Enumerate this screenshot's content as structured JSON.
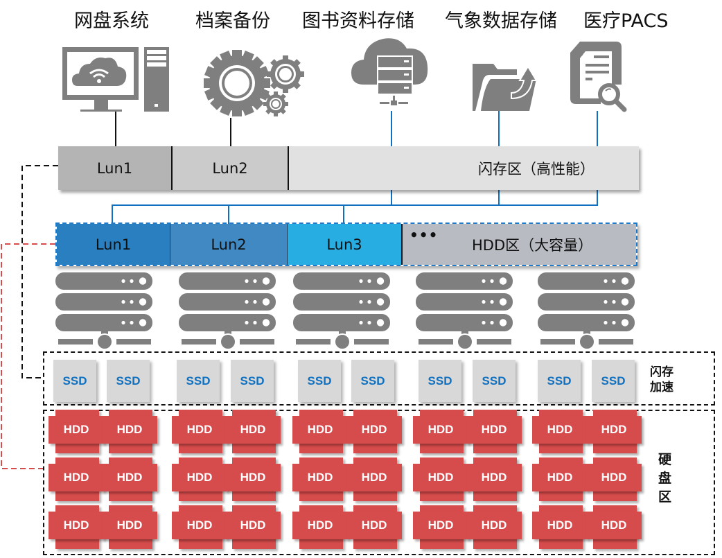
{
  "apps": [
    {
      "title": "网盘系统",
      "icon": "computer-cloud-icon"
    },
    {
      "title": "档案备份",
      "icon": "gears-icon"
    },
    {
      "title": "图书资料存储",
      "icon": "cloud-server-icon"
    },
    {
      "title": "气象数据存储",
      "icon": "folder-export-icon"
    },
    {
      "title": "医疗PACS",
      "icon": "document-search-icon"
    }
  ],
  "flash_zone": {
    "segments": [
      "Lun1",
      "Lun2"
    ],
    "label": "闪存区（高性能）"
  },
  "hdd_zone": {
    "segments": [
      "Lun1",
      "Lun2",
      "Lun3"
    ],
    "ellipsis": "•••",
    "label": "HDD区（大容量）"
  },
  "servers": {
    "count": 5,
    "icon": "server-rack-icon"
  },
  "ssd_tier": {
    "tile_label": "SSD",
    "tiles_per_server": 2,
    "side_label_line1": "闪存",
    "side_label_line2": "加速"
  },
  "hdd_tier": {
    "tile_label": "HDD",
    "rows": 3,
    "tiles_per_server_row": 2,
    "side_label_line1": "硬",
    "side_label_line2": "盘",
    "side_label_line3": "区"
  },
  "colors": {
    "icon_gray": "#7f7f7f",
    "connector_blue": "#1070c0",
    "hdd_red": "#d64b4b",
    "ssd_text_blue": "#1070c0",
    "lun1_blue": "#2a7fc0",
    "lun2_blue": "#4189c3",
    "lun3_blue": "#27ade2",
    "link_red_dashed": "#d64b4b"
  }
}
